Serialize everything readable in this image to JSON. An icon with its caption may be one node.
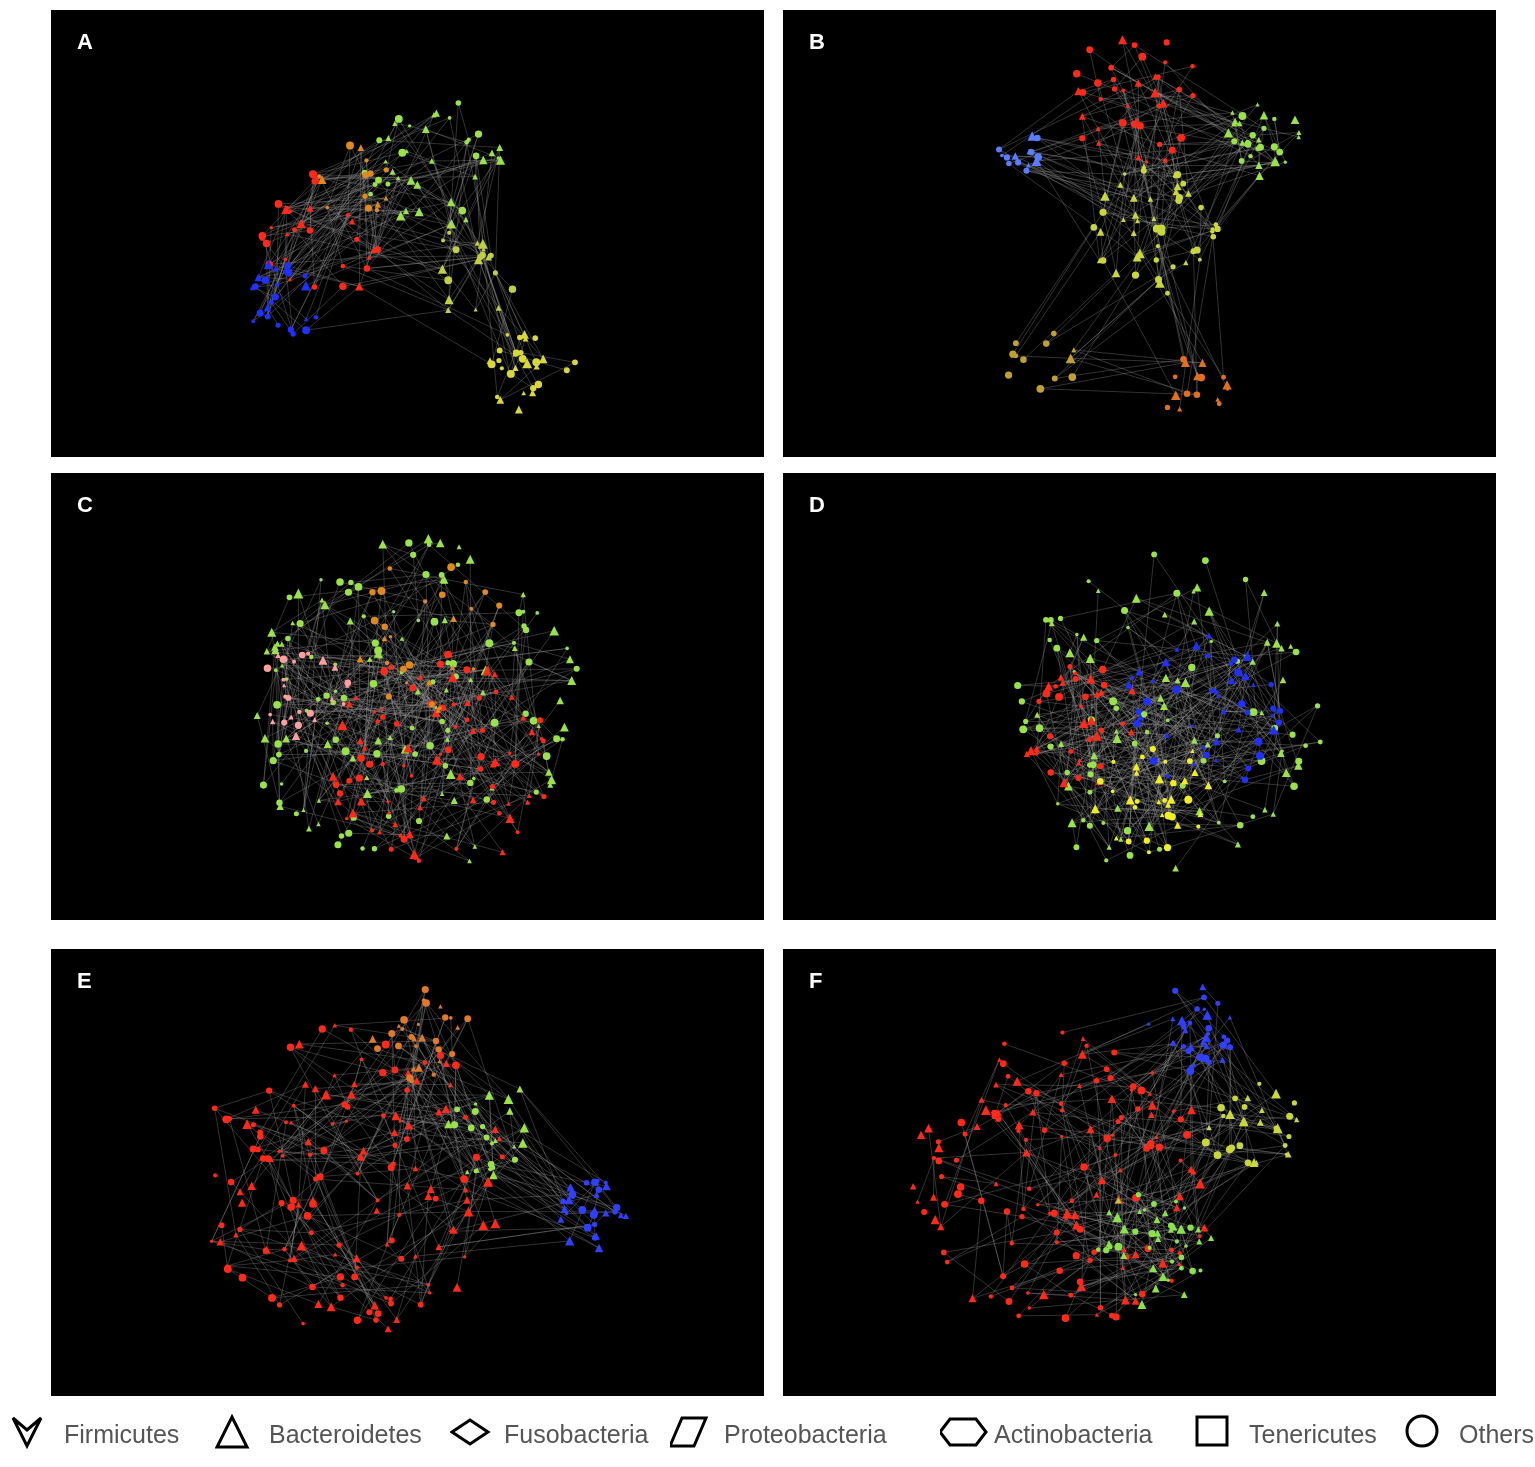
{
  "diagram": {
    "labels": [
      "A",
      "B",
      "C",
      "D",
      "E",
      "F"
    ],
    "legend": [
      {
        "text": "Firmicutes"
      },
      {
        "text": "Bacteroidetes"
      },
      {
        "text": "Fusobacteria"
      },
      {
        "text": "Proteobacteria"
      },
      {
        "text": "Actinobacteria"
      },
      {
        "text": "Tenericutes"
      },
      {
        "text": "Others"
      }
    ]
  }
}
